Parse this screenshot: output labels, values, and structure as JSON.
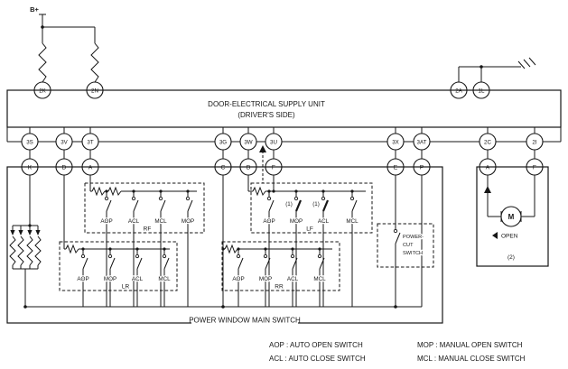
{
  "diagram": {
    "battery_label": "B+",
    "supply_unit": {
      "line1": "DOOR-ELECTRICAL SUPPLY UNIT",
      "line2": "(DRIVER'S SIDE)"
    },
    "main_switch_label": "POWER WINDOW MAIN SWITCH",
    "power_cut": {
      "line1": "POWER-",
      "line2": "CUT",
      "line3": "SWITCH"
    },
    "motor": {
      "symbol": "M",
      "open_label": "OPEN",
      "ref": "(2)"
    },
    "note_ref": "(1)"
  },
  "connectors": {
    "fuse_top": [
      "2K",
      "2N"
    ],
    "ground_top": [
      "2A",
      "1L"
    ],
    "bus": [
      "3S",
      "3V",
      "3T",
      "3G",
      "3W",
      "3U",
      "3X",
      "3AT",
      "2C",
      "2I"
    ],
    "pins": [
      "K",
      "D",
      "A",
      "C",
      "B",
      "F",
      "E",
      "P",
      "A",
      "F"
    ]
  },
  "switch_blocks": [
    {
      "name": "RF",
      "switches": [
        "AOP",
        "ACL",
        "MCL",
        "MOP"
      ]
    },
    {
      "name": "LF",
      "switches": [
        "AOP",
        "MOP",
        "ACL",
        "MCL"
      ]
    },
    {
      "name": "LR",
      "switches": [
        "AOP",
        "MOP",
        "ACL",
        "MCL"
      ]
    },
    {
      "name": "RR",
      "switches": [
        "AOP",
        "MOP",
        "ACL",
        "MCL"
      ]
    }
  ],
  "legend": {
    "items": [
      "AOP : AUTO OPEN SWITCH",
      "MOP : MANUAL OPEN SWITCH",
      "ACL : AUTO CLOSE SWITCH",
      "MCL : MANUAL CLOSE SWITCH"
    ]
  }
}
